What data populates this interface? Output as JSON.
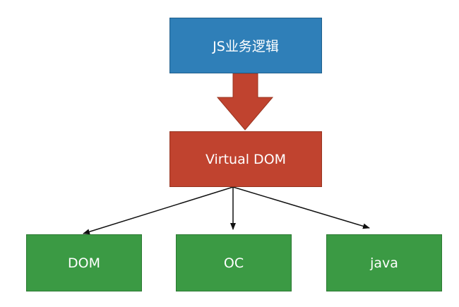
{
  "diagram": {
    "nodes": {
      "top": {
        "label": "JS业务逻辑",
        "color": "#2f7fb8"
      },
      "middle": {
        "label": "Virtual DOM",
        "color": "#c0432f"
      },
      "left": {
        "label": "DOM",
        "color": "#3b9a44"
      },
      "center": {
        "label": "OC",
        "color": "#3b9a44"
      },
      "right": {
        "label": "java",
        "color": "#3b9a44"
      }
    },
    "edges": [
      {
        "from": "top",
        "to": "middle",
        "style": "block-arrow"
      },
      {
        "from": "middle",
        "to": "left",
        "style": "line-arrow"
      },
      {
        "from": "middle",
        "to": "center",
        "style": "line-arrow"
      },
      {
        "from": "middle",
        "to": "right",
        "style": "line-arrow"
      }
    ]
  }
}
